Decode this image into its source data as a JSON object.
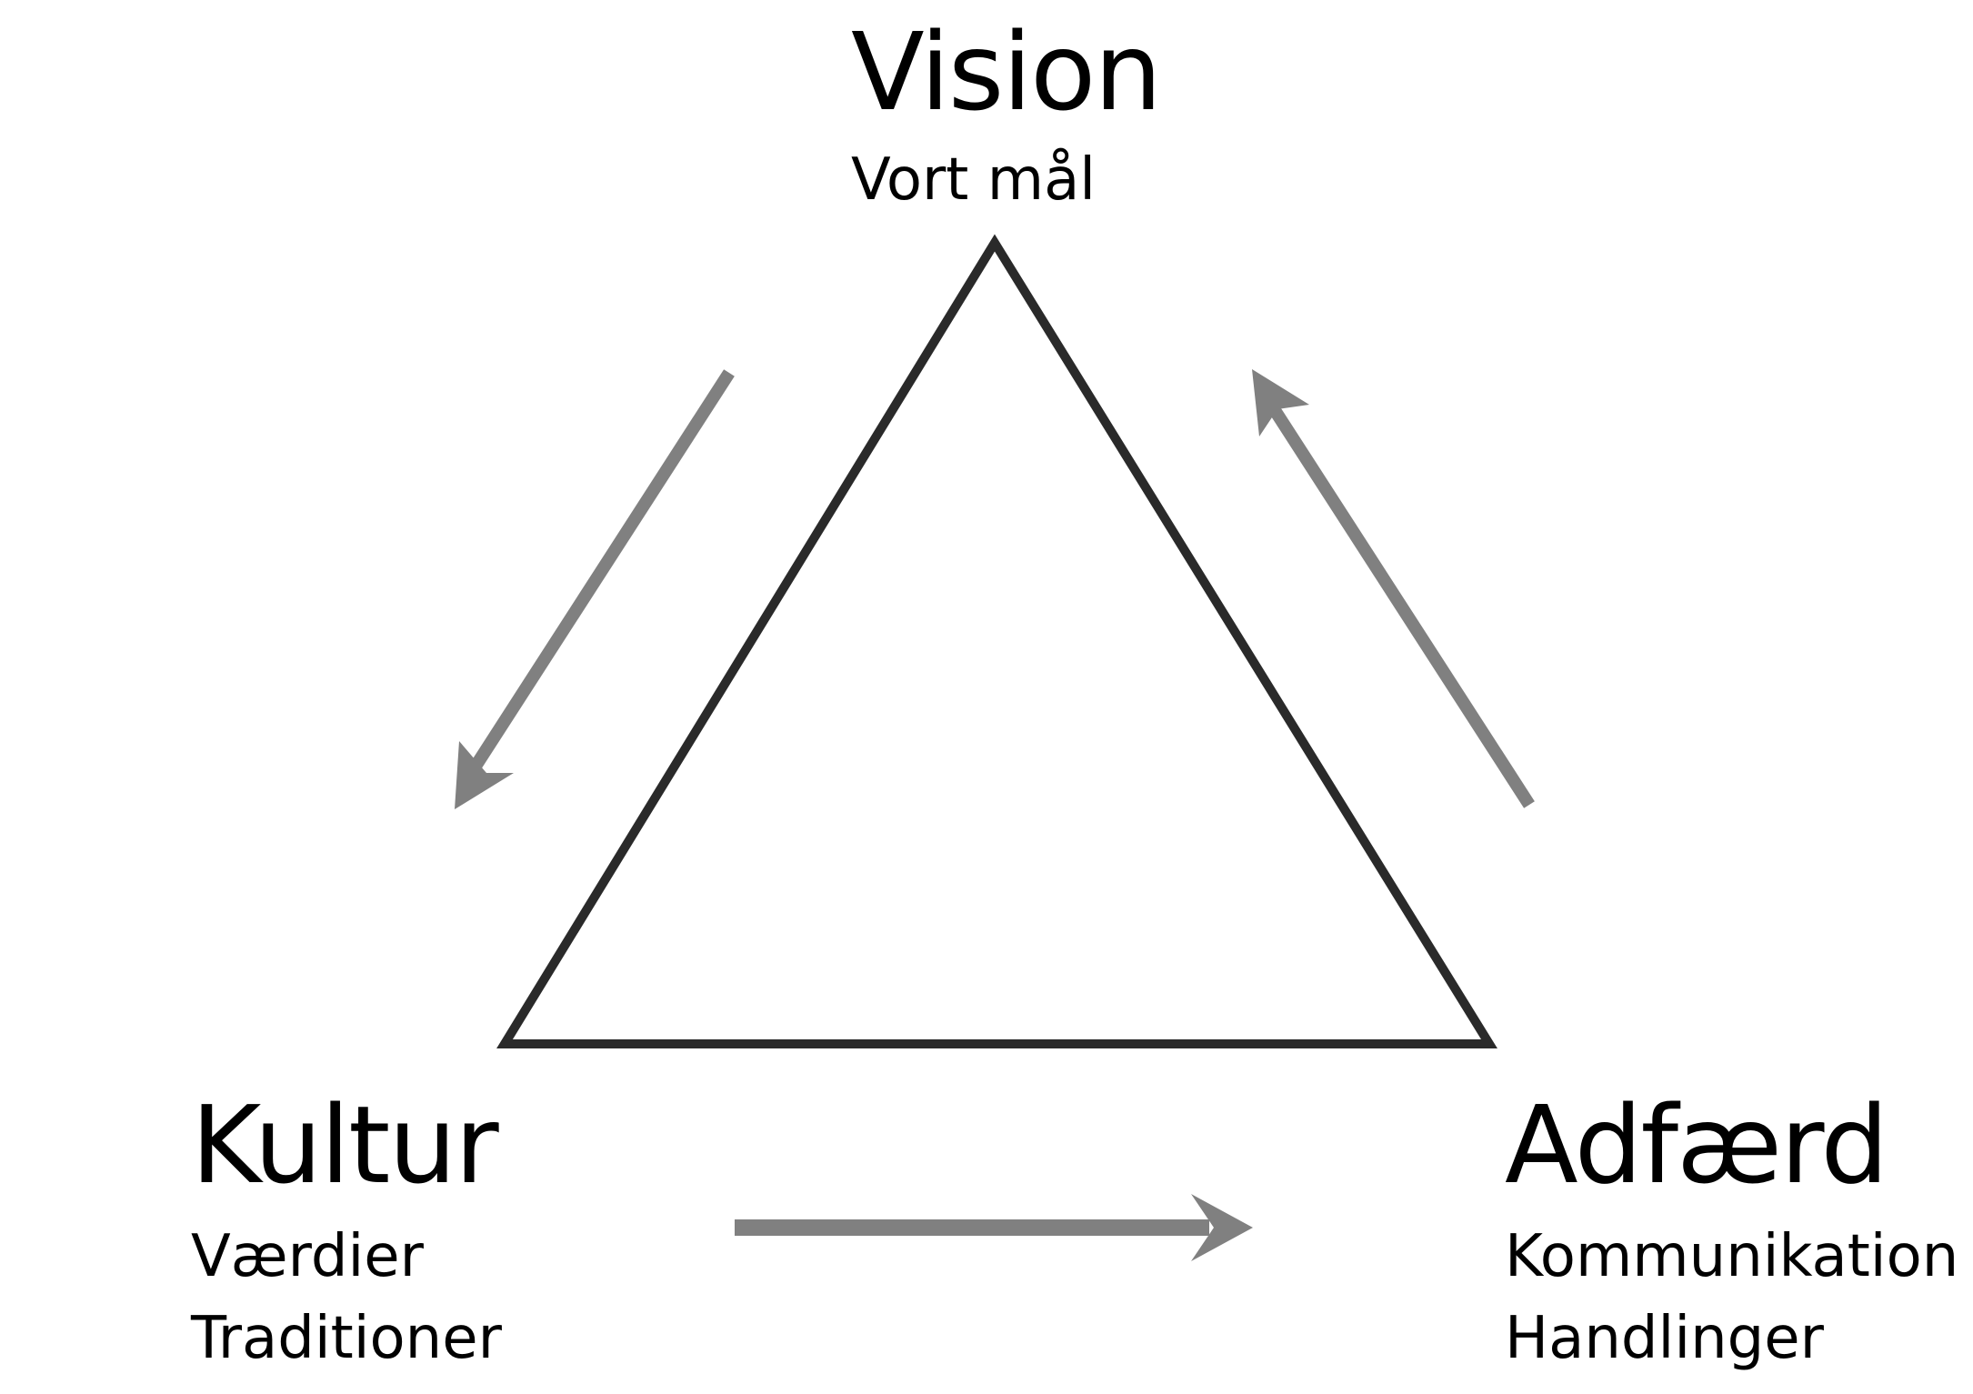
{
  "diagram": {
    "colors": {
      "triangle": "#2a2a2a",
      "arrows": "#808080",
      "text": "#000000",
      "background": "#ffffff"
    },
    "nodes": {
      "vision": {
        "title": "Vision",
        "items": [
          "Vort mål"
        ]
      },
      "kultur": {
        "title": "Kultur",
        "items": [
          "Værdier",
          "Traditioner"
        ]
      },
      "adfaerd": {
        "title": "Adfærd",
        "items": [
          "Kommunikation",
          "Handlinger"
        ]
      }
    },
    "cycle": [
      {
        "from": "vision",
        "to": "kultur"
      },
      {
        "from": "kultur",
        "to": "adfaerd"
      },
      {
        "from": "adfaerd",
        "to": "vision"
      }
    ]
  }
}
